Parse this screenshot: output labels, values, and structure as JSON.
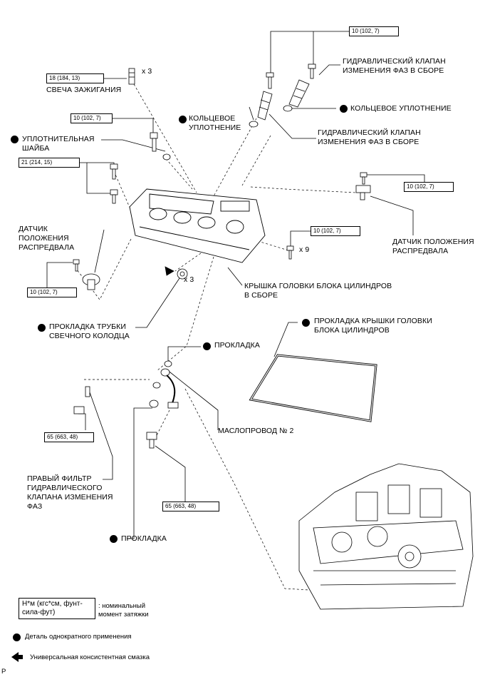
{
  "torques": {
    "top": "10 (102, 7)",
    "spark": "18 (184, 13)",
    "washer_bolt": "10 (102, 7)",
    "cover_bolt": "21 (214, 15)",
    "cam_sensor_right": "10 (102, 7)",
    "cover_stud": "10 (102, 7)",
    "cam_sensor_left": "10 (102, 7)",
    "union_bolt_left": "65 (663, 48)",
    "union_bolt_bottom": "65 (663, 48)"
  },
  "labels": {
    "x3_spark": "x 3",
    "spark_plug": "СВЕЧА ЗАЖИГАНИЯ",
    "ocv_assy_1": "ГИДРАВЛИЧЕСКИЙ КЛАПАН\nИЗМЕНЕНИЯ ФАЗ В СБОРЕ",
    "o_ring_left": "КОЛЬЦЕВОЕ\nУПЛОТНЕНИЕ",
    "o_ring_right": "КОЛЬЦЕВОЕ УПЛОТНЕНИЕ",
    "ocv_assy_2": "ГИДРАВЛИЧЕСКИЙ КЛАПАН\nИЗМЕНЕНИЯ ФАЗ В СБОРЕ",
    "seal_washer": "УПЛОТНИТЕЛЬНАЯ\nШАЙБА",
    "cam_sensor_left": "ДАТЧИК\nПОЛОЖЕНИЯ\nРАСПРЕДВАЛА",
    "cam_sensor_right": "ДАТЧИК ПОЛОЖЕНИЯ\nРАСПРЕДВАЛА",
    "x9": "x 9",
    "head_cover": "КРЫШКА ГОЛОВКИ БЛОКА ЦИЛИНДРОВ\nВ СБОРЕ",
    "x3_tube": "x 3",
    "tube_gasket": "ПРОКЛАДКА ТРУБКИ\nСВЕЧНОГО КОЛОДЦА",
    "cover_gasket": "ПРОКЛАДКА КРЫШКИ ГОЛОВКИ\nБЛОКА ЦИЛИНДРОВ",
    "gasket_top": "ПРОКЛАДКА",
    "oil_pipe": "МАСЛОПРОВОД № 2",
    "ocv_filter": "ПРАВЫЙ ФИЛЬТР\nГИДРАВЛИЧЕСКОГО\nКЛАПАНА ИЗМЕНЕНИЯ\nФАЗ",
    "gasket_bottom": "ПРОКЛАДКА"
  },
  "legend": {
    "units_box": "Н*м (кгс*см, фунт-\nсила-фут)",
    "units_desc": ": номинальный\nмомент затяжки",
    "non_reusable": "Деталь однократного применения",
    "grease": "Универсальная консистентная смазка",
    "corner_mark": "P"
  }
}
